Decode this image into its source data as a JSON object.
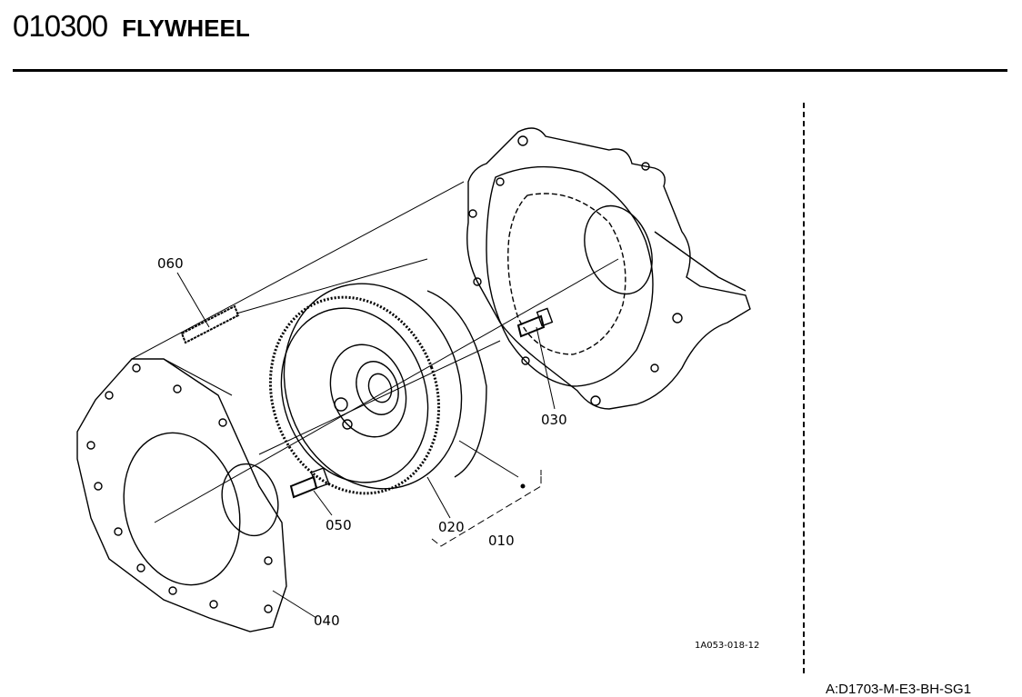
{
  "header": {
    "section_code": "010300",
    "section_title": "FLYWHEEL"
  },
  "diagram": {
    "figure_id": "1A053-018-12",
    "callouts": [
      {
        "label": "060",
        "part": "stud"
      },
      {
        "label": "030",
        "part": "bolt"
      },
      {
        "label": "020",
        "part": "ring-gear"
      },
      {
        "label": "010",
        "part": "flywheel-assembly"
      },
      {
        "label": "050",
        "part": "bolt"
      },
      {
        "label": "040",
        "part": "adapter-plate"
      }
    ]
  },
  "footer": {
    "code": "A:D1703-M-E3-BH-SG1"
  }
}
